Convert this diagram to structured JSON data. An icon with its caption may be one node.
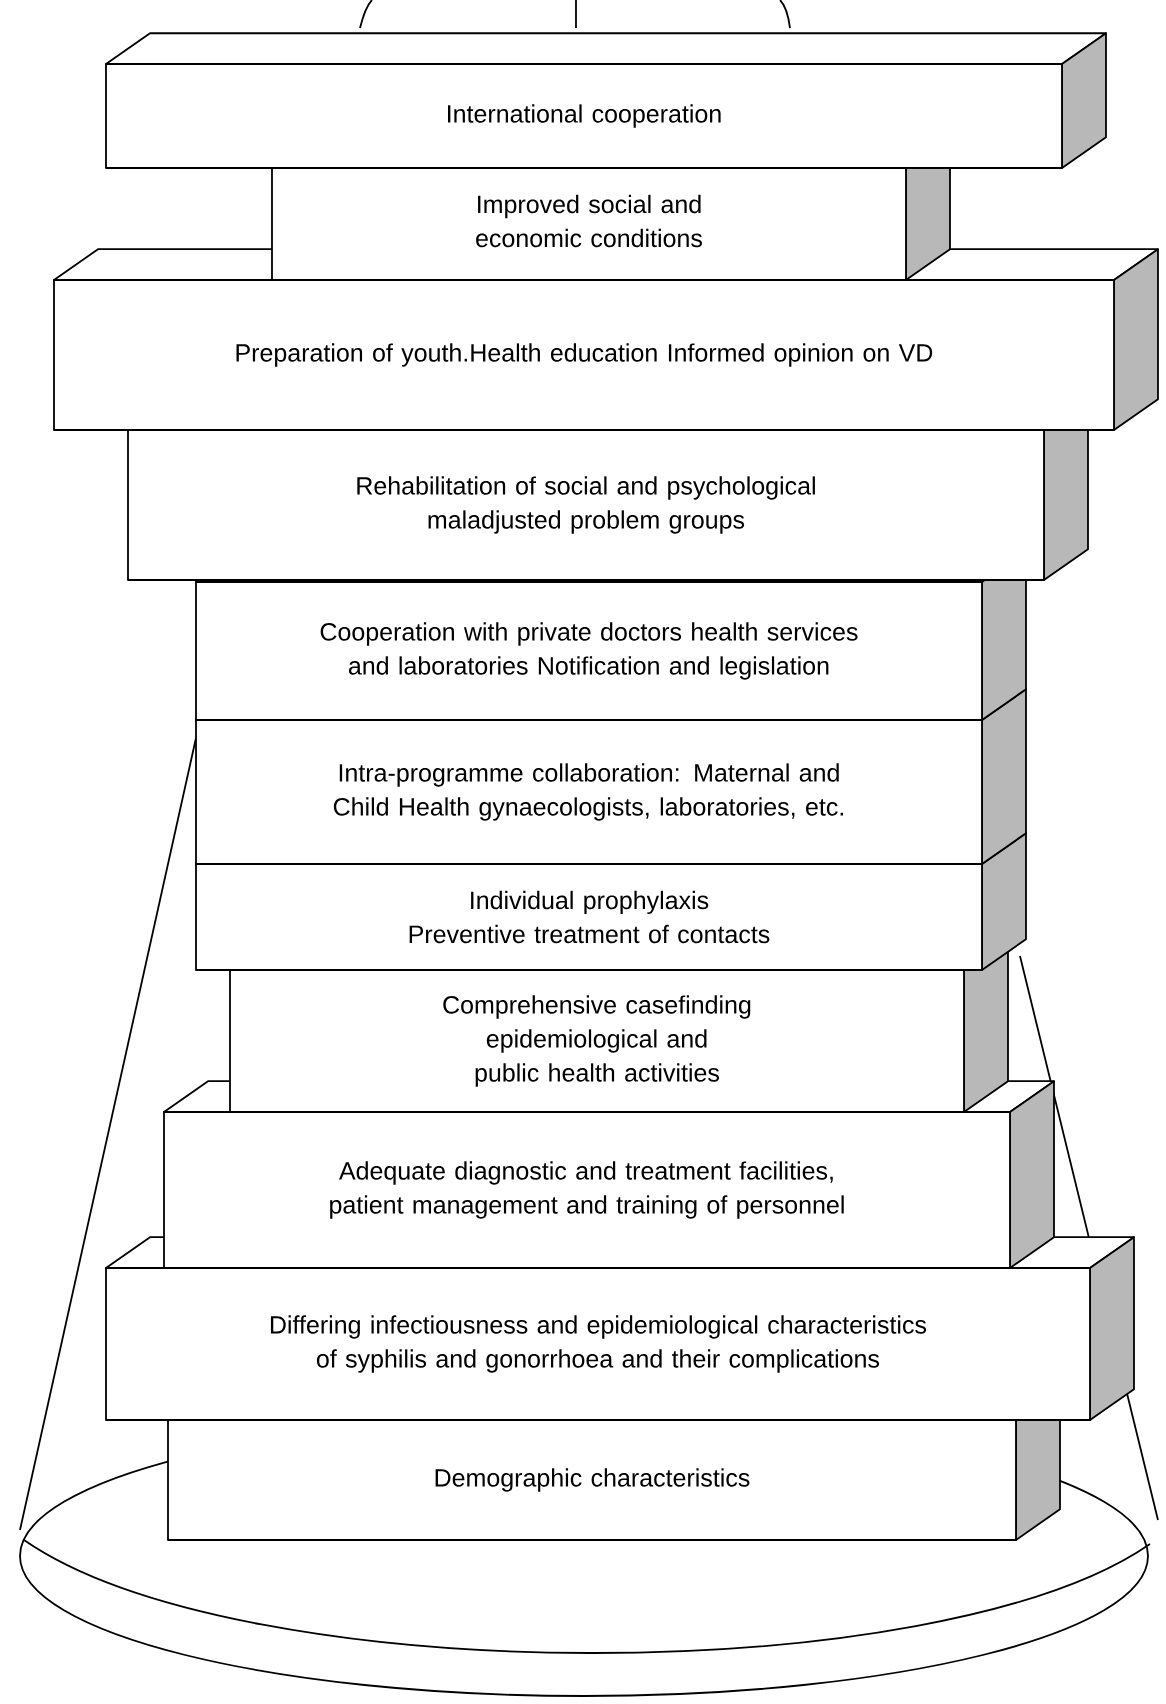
{
  "diagram": {
    "nodes": [
      {
        "text": [
          "International cooperation"
        ]
      },
      {
        "text": [
          "Improved social and economic conditions"
        ]
      },
      {
        "text": [
          "Preparation of youth.Health education Informed opinion on VD"
        ]
      },
      {
        "text": [
          "Rehabilitation of social and psychological maladjusted problem groups"
        ]
      },
      {
        "text": [
          "Cooperation with private doctors health services and laboratories Notification and legislation"
        ]
      },
      {
        "text": [
          "Intra-programme collaboration: Maternal and Child Health gynaecologists, laboratories, etc."
        ]
      },
      {
        "text": [
          "Individual prophylaxis Preventive treatment of contacts"
        ]
      },
      {
        "text": [
          "Comprehensive casefinding epidemiological and public health activities"
        ]
      },
      {
        "text": [
          "Adequate diagnostic and treatment facilities, patient management and training of personnel"
        ]
      },
      {
        "text": [
          "Differing infectiousness and epidemiological characteristics of syphilis and gonorrhoea and their complications"
        ]
      },
      {
        "text": [
          "Demographic characteristics"
        ]
      }
    ]
  }
}
